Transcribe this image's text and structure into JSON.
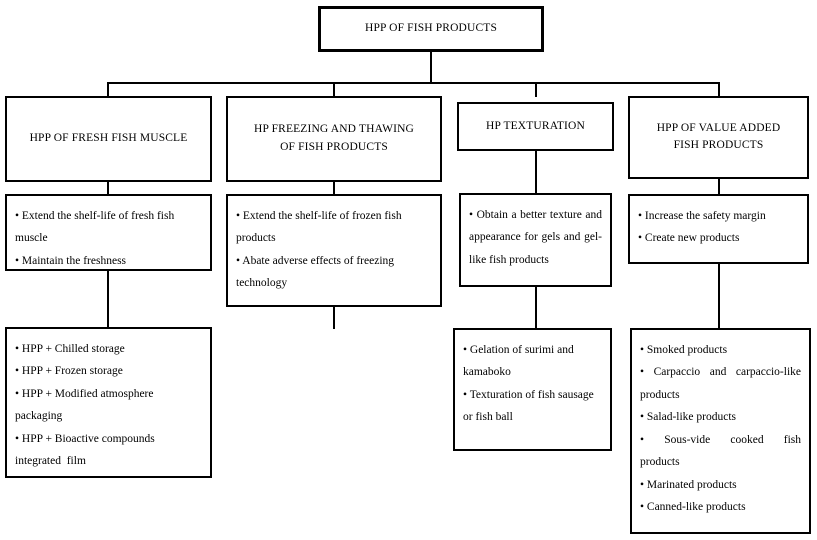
{
  "diagram": {
    "title_box": {
      "label": "HPP OF FISH PRODUCTS"
    },
    "columns": [
      {
        "id": "fresh-fish-muscle",
        "header": "HPP OF FRESH FISH MUSCLE",
        "objectives": [
          "• Extend the shelf-life of fresh fish muscle",
          "• Maintain the freshness"
        ],
        "applications": [
          "• HPP + Chilled storage",
          "• HPP + Frozen storage",
          "• HPP + Modified atmosphere packaging",
          "• HPP + Bioactive compounds integrated  film"
        ]
      },
      {
        "id": "freezing-and-thawing",
        "header": "HP FREEZING AND THAWING\nOF FISH PRODUCTS",
        "objectives": [
          "• Extend the shelf-life of frozen fish products",
          "• Abate adverse effects of freezing technology"
        ],
        "applications": []
      },
      {
        "id": "texturation",
        "header": "HP TEXTURATION",
        "objectives": [
          "• Obtain a better texture and appearance for gels and gel-like fish products"
        ],
        "applications": [
          "• Gelation of surimi and kamaboko",
          "• Texturation of fish sausage or fish ball"
        ]
      },
      {
        "id": "value-added-fish-products",
        "header": "HPP OF VALUE ADDED\nFISH PRODUCTS",
        "objectives": [
          "• Increase the safety margin",
          "• Create new products"
        ],
        "applications": [
          "• Smoked products",
          "•  Carpaccio  and  carpaccio-like products",
          "• Salad-like products",
          "•   Sous-vide   cooked   fish products",
          "• Marinated products",
          "• Canned-like products"
        ]
      }
    ],
    "colors": {
      "line": "#000000",
      "box_fill": "#ffffff",
      "text": "#000000"
    }
  }
}
